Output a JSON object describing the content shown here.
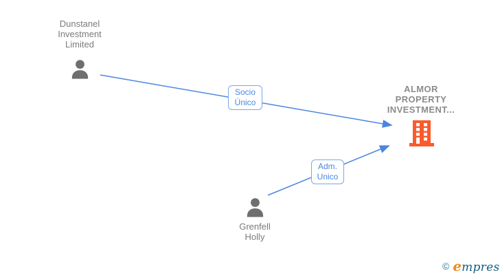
{
  "diagram": {
    "nodes": [
      {
        "id": "dunstanel",
        "type": "person",
        "lines": [
          "Dunstanel",
          "Investment",
          "Limited"
        ]
      },
      {
        "id": "almor",
        "type": "company",
        "lines": [
          "ALMOR",
          "PROPERTY",
          "INVESTMENT..."
        ]
      },
      {
        "id": "grenfell",
        "type": "person",
        "lines": [
          "Grenfell",
          "Holly"
        ]
      }
    ],
    "edges": [
      {
        "from": "dunstanel",
        "to": "almor",
        "label_lines": [
          "Socio",
          "Único"
        ]
      },
      {
        "from": "grenfell",
        "to": "almor",
        "label_lines": [
          "Adm.",
          "Unico"
        ]
      }
    ],
    "colors": {
      "edge_blue": "#4a86e0",
      "edge_label_border": "#7aa7ec",
      "person_gray": "#6f6f6f",
      "company_orange": "#fb5a2c",
      "node_text_gray": "#7b7b7b",
      "company_text_gray": "#8b8b8b"
    }
  },
  "footer": {
    "copyright_symbol": "©",
    "brand_first_letter": "e",
    "brand_rest": "mpresia",
    "brand_orange": "#ee8a20",
    "brand_teal": "#145e80"
  }
}
